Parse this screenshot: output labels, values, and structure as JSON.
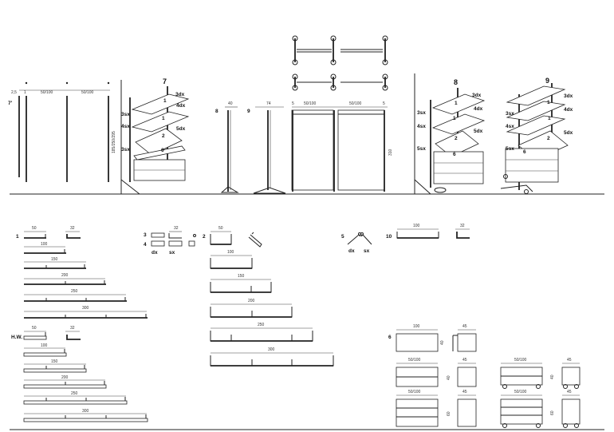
{
  "top_labels": {
    "item_7prime": "7'",
    "dim_2_5": "2,5",
    "dim_1": "1",
    "dim_50_100_a": "50/100",
    "dim_50_100_b": "50/100",
    "heights": "185/250/295",
    "item_8": "8",
    "item_9": "9",
    "dim_40": "40",
    "dim_74": "74",
    "dim_5_left": "5",
    "dim_5_right": "5",
    "dim_50_100_c": "50/100",
    "dim_50_100_d": "50/100",
    "dim_310": "310"
  },
  "shelf_A": {
    "num": "7",
    "labels": [
      {
        "t": "3dx"
      },
      {
        "t": "1"
      },
      {
        "t": "4dx"
      },
      {
        "t": "3sx"
      },
      {
        "t": "1"
      },
      {
        "t": "4sx"
      },
      {
        "t": "5dx"
      },
      {
        "t": "2"
      },
      {
        "t": "3sx"
      },
      {
        "t": "6"
      }
    ]
  },
  "shelf_B": {
    "num": "8",
    "labels": [
      {
        "t": "3dx"
      },
      {
        "t": "1"
      },
      {
        "t": "4dx"
      },
      {
        "t": "3sx"
      },
      {
        "t": "1"
      },
      {
        "t": "4sx"
      },
      {
        "t": "5dx"
      },
      {
        "t": "2"
      },
      {
        "t": "5sx"
      },
      {
        "t": "6"
      }
    ]
  },
  "shelf_C": {
    "num": "9",
    "labels": [
      {
        "t": "3dx"
      },
      {
        "t": "1"
      },
      {
        "t": "4dx"
      },
      {
        "t": "3sx"
      },
      {
        "t": "1"
      },
      {
        "t": "4sx"
      },
      {
        "t": "5dx"
      },
      {
        "t": "2"
      },
      {
        "t": "5sx"
      },
      {
        "t": "6"
      }
    ]
  },
  "bottom_labels": {
    "item_1": "1",
    "hw": "H.W.",
    "item_2": "2",
    "item_3": "3",
    "item_4": "4",
    "item_5": "5",
    "item_6": "6",
    "item_10": "10",
    "dx": "dx",
    "sx": "sx",
    "dx2": "dx",
    "sx2": "sx",
    "d50": "50",
    "d32": "32",
    "d100": "100",
    "d150": "150",
    "d200": "200",
    "d250": "250",
    "d300": "300",
    "hw50": "50",
    "hw32": "32",
    "hw100": "100",
    "hw150": "150",
    "hw200": "200",
    "hw250": "250",
    "hw300": "300",
    "i3_32": "32",
    "i2_50": "50",
    "i2_100": "100",
    "i2_150": "150",
    "i2_200": "200",
    "i2_250": "250",
    "i2_300": "300",
    "i10_100": "100",
    "i10_32": "32",
    "i6_100": "100",
    "i6_45": "45",
    "i6_40": "40",
    "c_50_100_a": "50/100",
    "c_45_a": "45",
    "c_40_a": "40",
    "c_50_100_b": "50/100",
    "c_45_b": "45",
    "c_40_b": "40",
    "c_50_100_c": "50/100",
    "c_45_c": "45",
    "c_60_c": "60",
    "c_50_100_d": "50/100",
    "c_45_d": "45",
    "c_60_d": "60"
  }
}
